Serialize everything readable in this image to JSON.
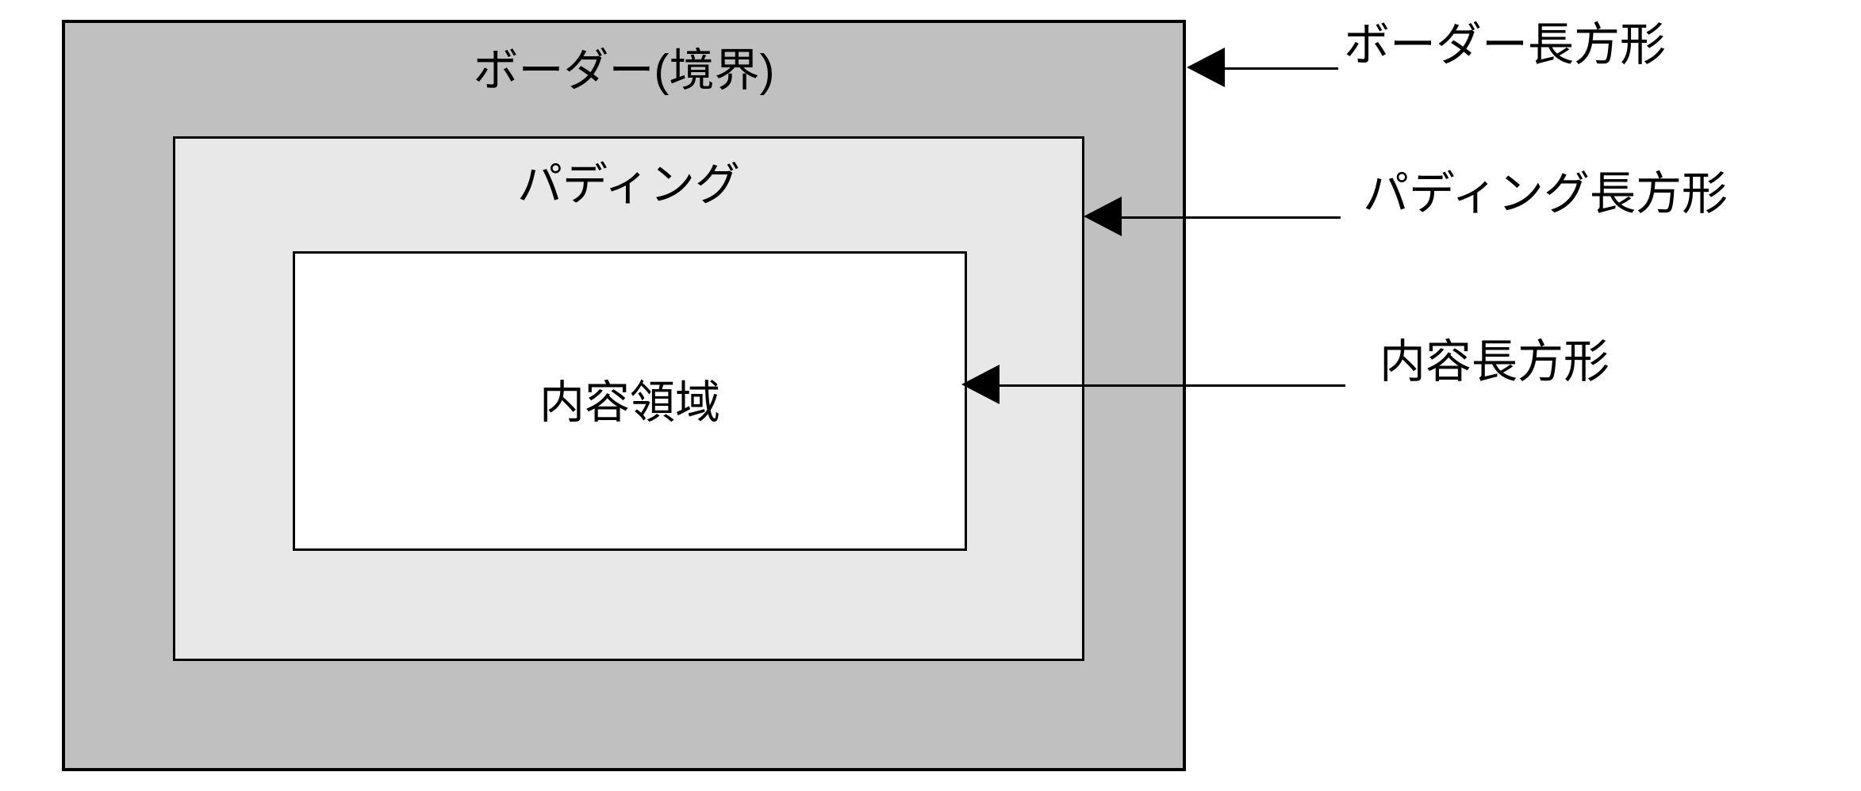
{
  "diagram": {
    "title": "CSS box model diagram (Japanese)",
    "boxes": {
      "border": {
        "label": "ボーダー(境界)",
        "fill_color": "#C0C0C0",
        "stroke_color": "#000000"
      },
      "padding": {
        "label": "パディング",
        "fill_color": "#E8E8E8",
        "stroke_color": "#000000"
      },
      "content": {
        "label": "内容領域",
        "fill_color": "#FFFFFF",
        "stroke_color": "#000000"
      }
    },
    "callouts": [
      {
        "id": "border-rect-callout",
        "label": "ボーダー長方形",
        "points_to": "border",
        "arrow_direction": "left"
      },
      {
        "id": "padding-rect-callout",
        "label": "パディング長方形",
        "points_to": "padding",
        "arrow_direction": "left"
      },
      {
        "id": "content-rect-callout",
        "label": "内容長方形",
        "points_to": "content",
        "arrow_direction": "left"
      }
    ]
  }
}
